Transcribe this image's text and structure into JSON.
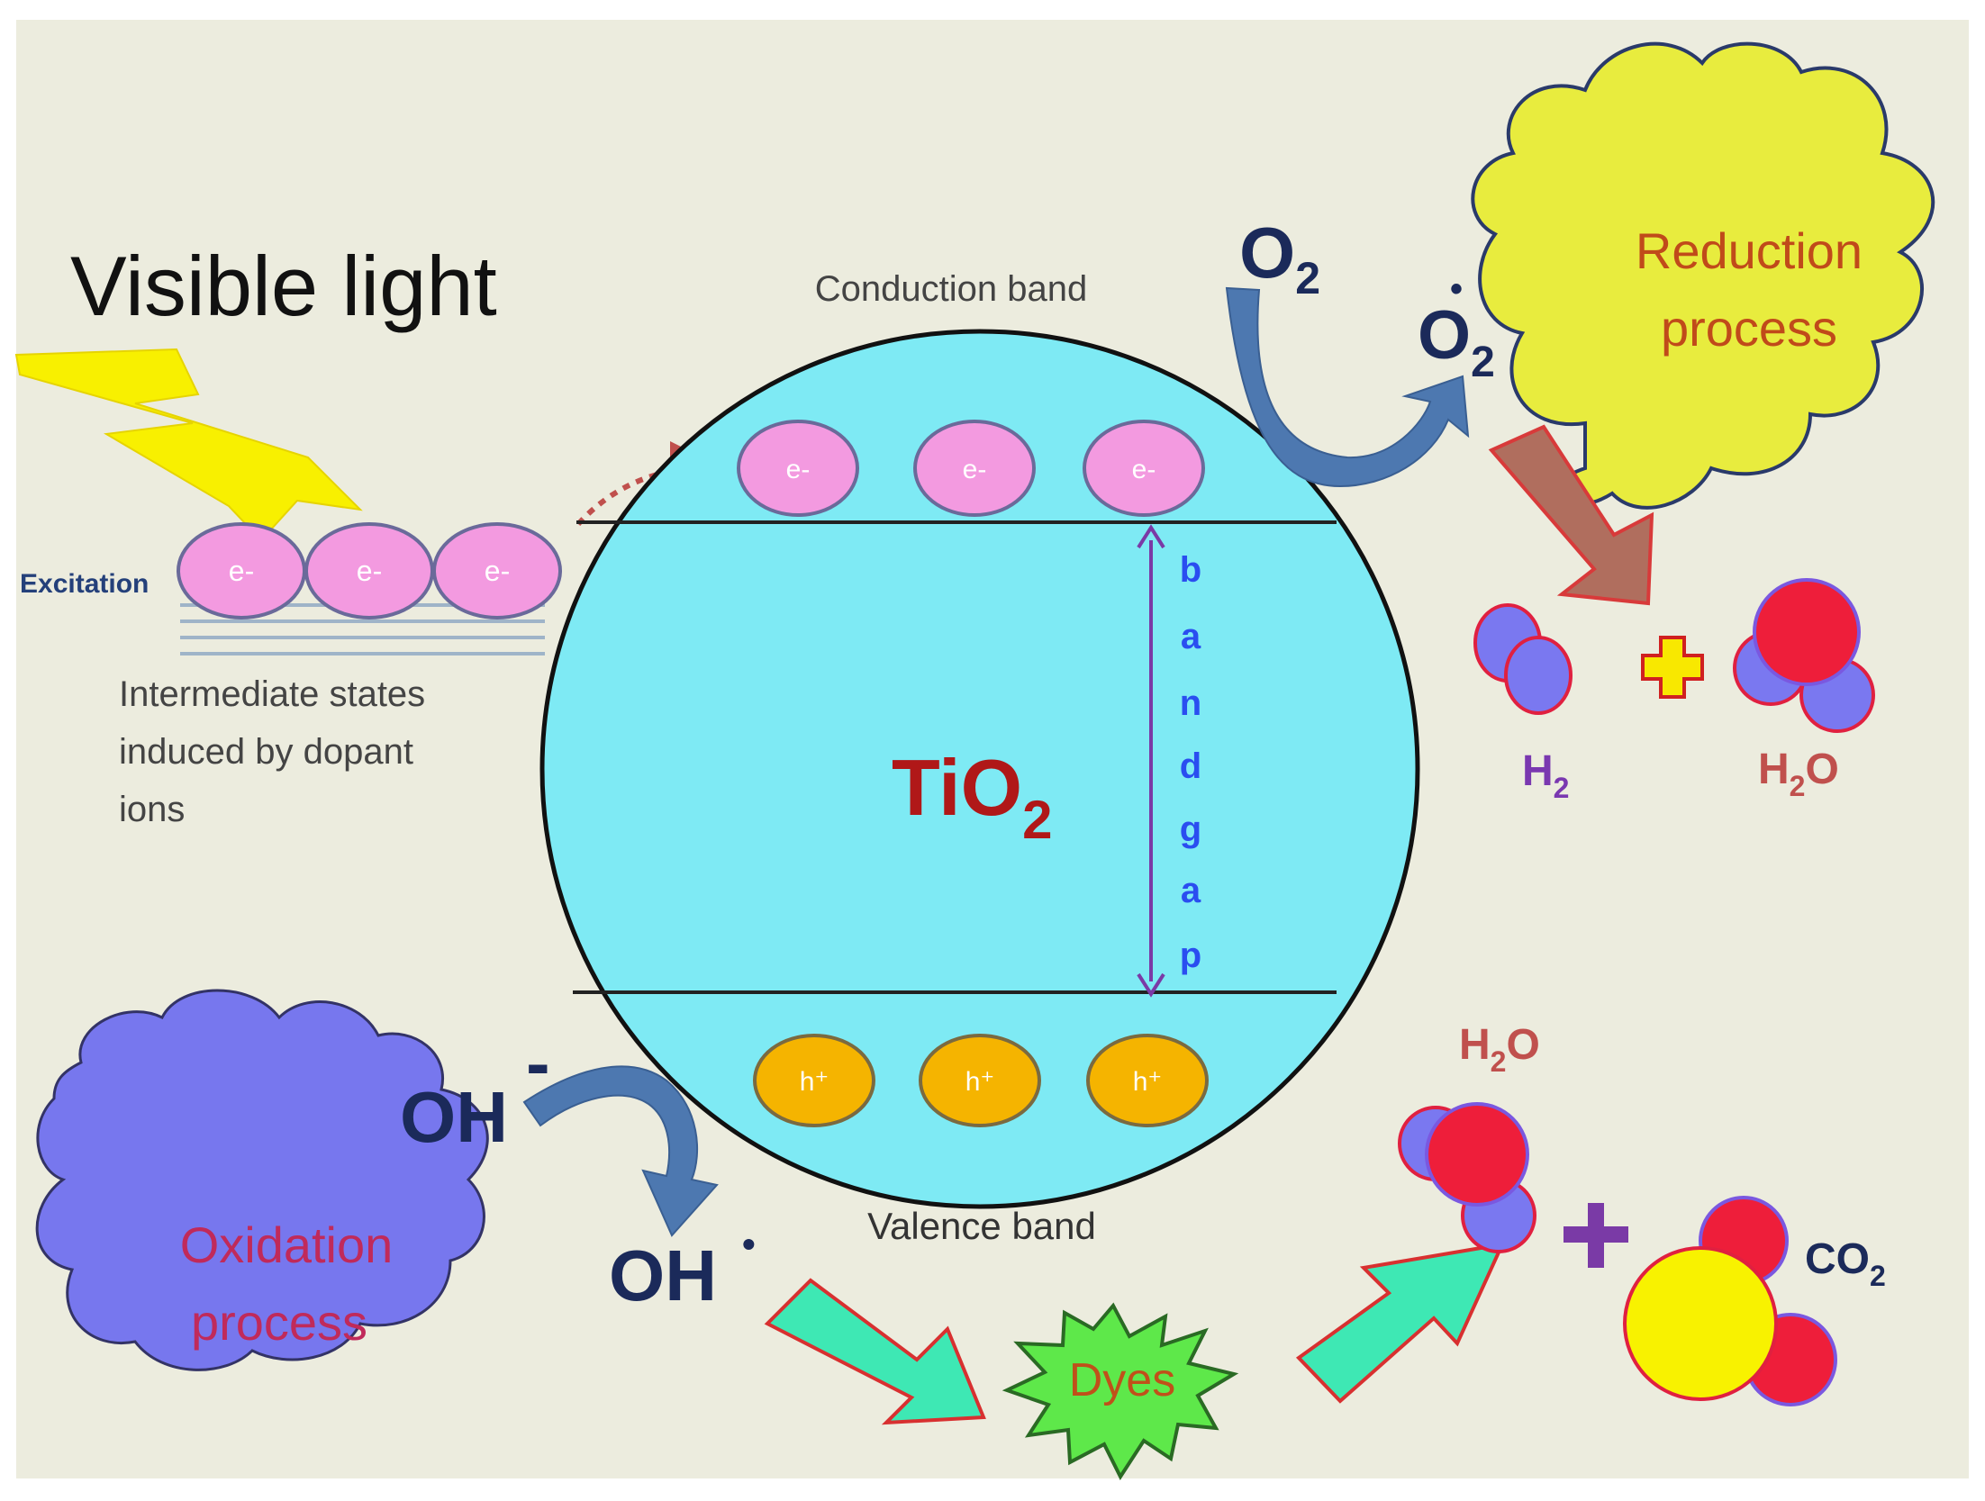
{
  "title": "Visible light",
  "excitation_label": "Excitation",
  "intermediate_states": [
    "Intermediate states",
    "induced by dopant",
    "ions"
  ],
  "conduction_band": "Conduction band",
  "valence_band": "Valence band",
  "electron_label": "e-",
  "hole_label": "h⁺",
  "band_gap_letters": [
    "b",
    "a",
    "n",
    "d",
    "g",
    "a",
    "p"
  ],
  "tio2": {
    "base": "TiO",
    "sub": "2"
  },
  "o2": {
    "base": "O",
    "sub": "2"
  },
  "superoxide": {
    "base": "O",
    "sub": "2",
    "dot": "•",
    "charge": "-"
  },
  "reduction_cloud": [
    "Reduction",
    "process"
  ],
  "h2": {
    "base": "H",
    "sub": "2"
  },
  "h2o_top": {
    "base": "H",
    "sub": "2",
    "tail": "O"
  },
  "plus_top": "+",
  "oxidation_cloud": [
    "Oxidation",
    "process"
  ],
  "hydroxide": {
    "base": "OH",
    "charge": "-"
  },
  "hydroxyl_radical": {
    "base": "OH",
    "dot": "•"
  },
  "dyes": "Dyes",
  "h2o_bottom": {
    "base": "H",
    "sub": "2",
    "tail": "O"
  },
  "plus_bottom": "+",
  "co2": {
    "base": "CO",
    "sub": "2"
  },
  "colors": {
    "background": "#ececde",
    "tio2_sphere": "#7eeaf4",
    "electron": "#f39ae0",
    "hole": "#f5b400",
    "reduction_cloud": "#e8ec3e",
    "oxidation_cloud": "#7777ee",
    "dyes_star": "#5ee84a",
    "green_arrow": "#3ee8b4",
    "brown_arrow": "#b06e5e",
    "blue_arrow": "#4d78b0",
    "atom_red": "#ee1e3a",
    "atom_blue": "#7a78f0",
    "carbon_yellow": "#f8f200"
  }
}
